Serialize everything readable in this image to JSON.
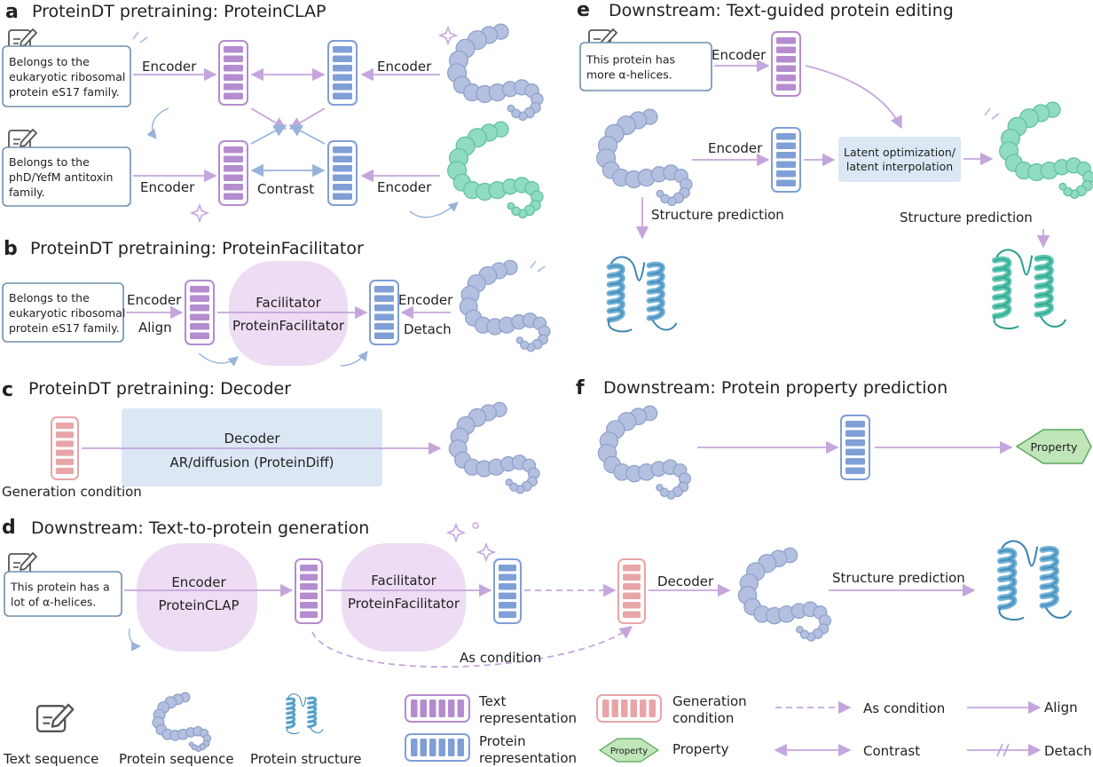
{
  "panels": {
    "a": {
      "letter": "a",
      "title": "ProteinDT pretraining: ProteinCLAP",
      "text1": [
        "Belongs to the",
        "eukaryotic ribosomal",
        "protein eS17 family."
      ],
      "text2": [
        "Belongs to the",
        "phD/YefM antitoxin",
        "family."
      ],
      "encoder": "Encoder",
      "contrast": "Contrast"
    },
    "b": {
      "letter": "b",
      "title": "ProteinDT pretraining: ProteinFacilitator",
      "text1": [
        "Belongs to the",
        "eukaryotic ribosomal",
        "protein eS17 family."
      ],
      "encoder": "Encoder",
      "align": "Align",
      "detach": "Detach",
      "facilitator": "Facilitator",
      "facilitator_sub": "ProteinFacilitator"
    },
    "c": {
      "letter": "c",
      "title": "ProteinDT pretraining: Decoder",
      "generation_condition": "Generation condition",
      "decoder": "Decoder",
      "decoder_sub": "AR/diffusion (ProteinDiff)"
    },
    "d": {
      "letter": "d",
      "title": "Downstream: Text-to-protein generation",
      "text1": [
        "This protein has a",
        "lot of α-helices."
      ],
      "encoder": "Encoder",
      "encoder_sub": "ProteinCLAP",
      "facilitator": "Facilitator",
      "facilitator_sub": "ProteinFacilitator",
      "decoder": "Decoder",
      "structure_prediction": "Structure prediction",
      "as_condition": "As condition"
    },
    "e": {
      "letter": "e",
      "title": "Downstream: Text-guided protein editing",
      "text1": [
        "This protein has",
        "more α-helices."
      ],
      "encoder": "Encoder",
      "latent": [
        "Latent optimization/",
        "latent interpolation"
      ],
      "structure_prediction": "Structure prediction"
    },
    "f": {
      "letter": "f",
      "title": "Downstream: Protein property prediction",
      "property": "Property"
    }
  },
  "legend": {
    "text_sequence": "Text sequence",
    "protein_sequence": "Protein sequence",
    "protein_structure": "Protein structure",
    "text_representation": [
      "Text",
      "representation"
    ],
    "protein_representation": [
      "Protein",
      "representation"
    ],
    "generation_condition": [
      "Generation",
      "condition"
    ],
    "property": "Property",
    "property_badge": "Property",
    "as_condition": "As condition",
    "contrast": "Contrast",
    "align": "Align",
    "detach": "Detach"
  },
  "colors": {
    "text_rep": "#b48ccf",
    "protein_rep": "#7f9fd6",
    "generation": "#e8a5a8",
    "protein_seq": "#b3c0e0",
    "protein_seq_green": "#8fdcc0",
    "facilitator_blob": "#eddcf3",
    "decoder_box": "#dbe7f4",
    "arrow": "#c4a6dc",
    "helix_blue": "#6fb2d8",
    "helix_green": "#5cc7b2",
    "property_fill": "#bfe5b9"
  }
}
